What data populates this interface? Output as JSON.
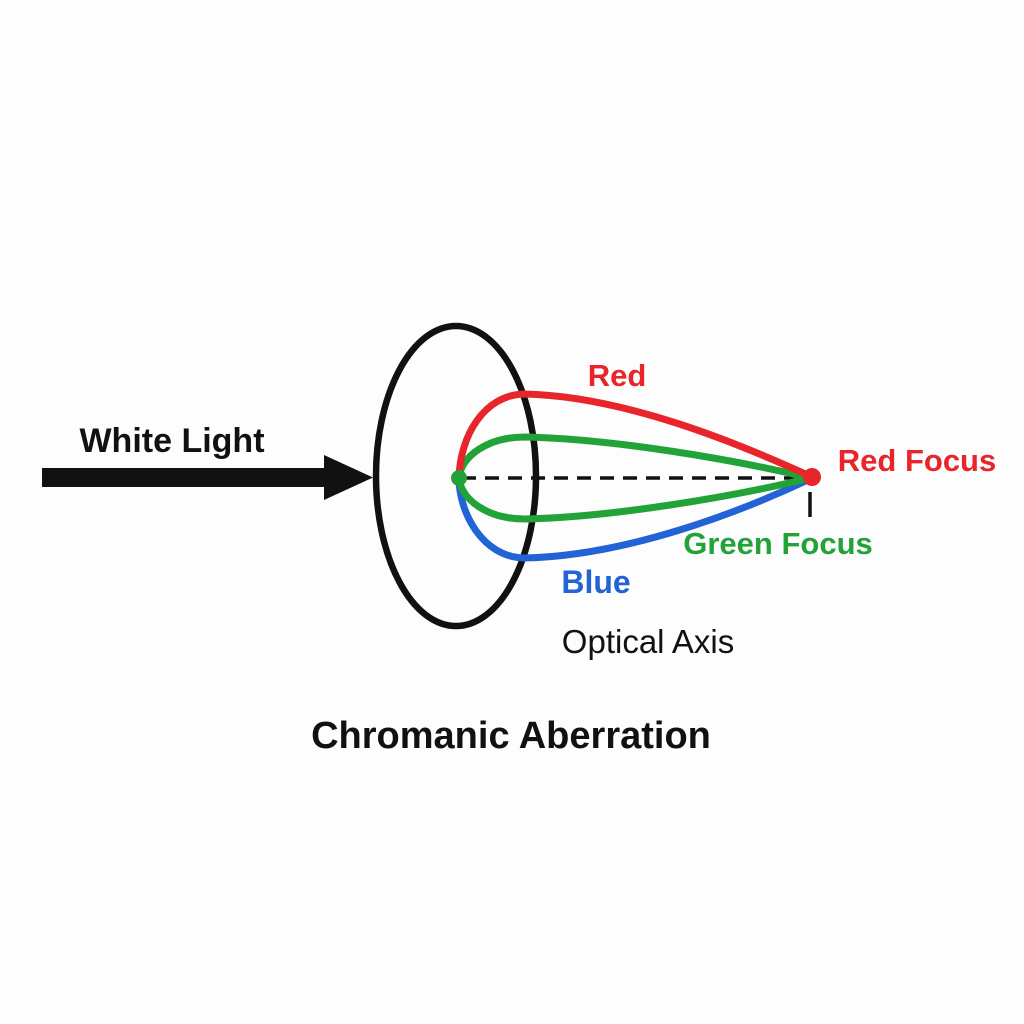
{
  "title": "Chromanic Aberration",
  "labels": {
    "white_light": "White Light",
    "red_ray": "Red",
    "blue_ray": "Blue",
    "red_focus": "Red Focus",
    "green_focus": "Green Focus",
    "optical_axis": "Optical Axis"
  },
  "colors": {
    "red": "#e8252a",
    "green": "#22a338",
    "blue": "#2263d6",
    "ink": "#111111",
    "background": "#fdfdfd"
  }
}
